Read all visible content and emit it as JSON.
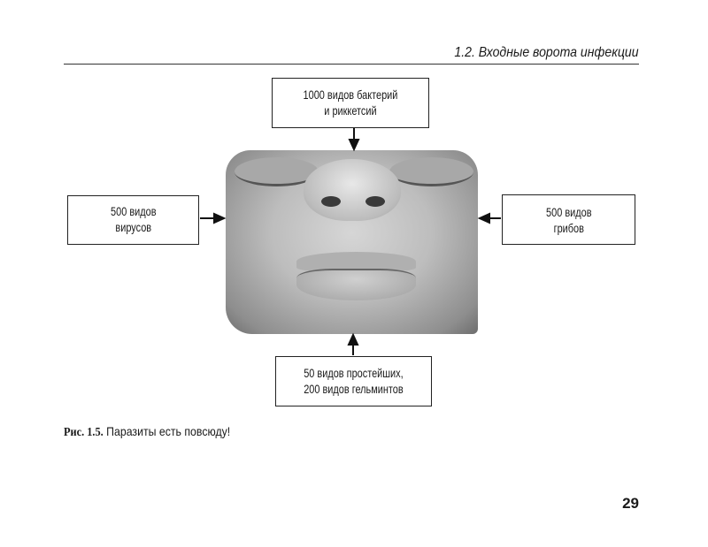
{
  "header": {
    "running_title": "1.2. Входные ворота инфекции"
  },
  "figure": {
    "boxes": {
      "top": [
        "1000 видов бактерий",
        "и риккетсий"
      ],
      "left": [
        "500 видов",
        "вирусов"
      ],
      "right": [
        "500 видов",
        "грибов"
      ],
      "bottom": [
        "50 видов простейших,",
        "200 видов гельминтов"
      ]
    },
    "caption_label": "Рис. 1.5.",
    "caption_text": " Паразиты есть повсюду!"
  },
  "page_number": "29"
}
